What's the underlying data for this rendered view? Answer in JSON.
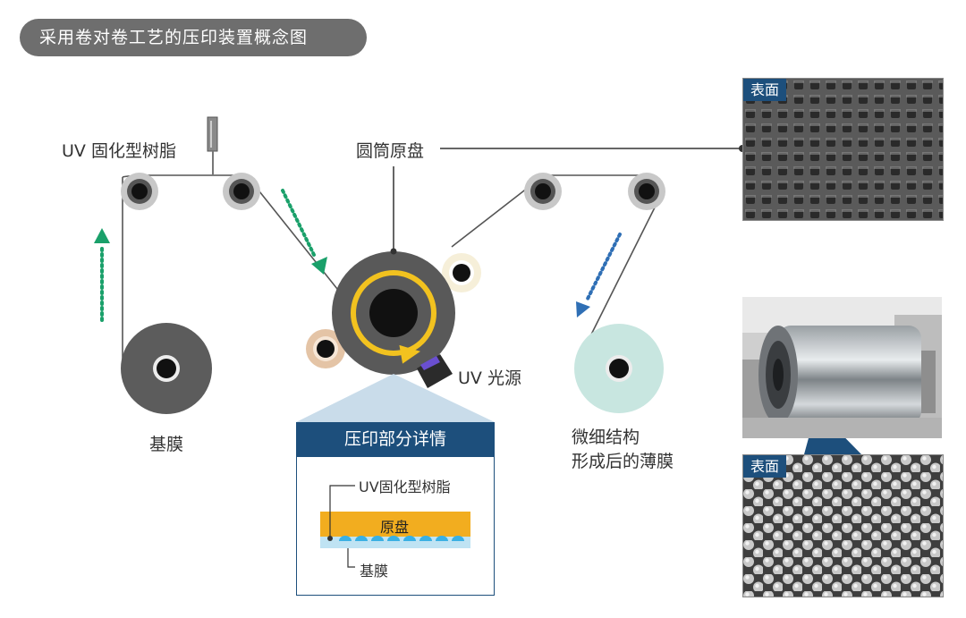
{
  "title": "采用卷对卷工艺的压印装置概念图",
  "labels": {
    "resin": "UV 固化型树脂",
    "master": "圆筒原盘",
    "uv_source": "UV 光源",
    "base_film": "基膜",
    "result_line1": "微细结构",
    "result_line2": "形成后的薄膜"
  },
  "detail": {
    "heading": "压印部分详情",
    "resin_label": "UV固化型树脂",
    "master_label": "原盘",
    "film_label": "基膜"
  },
  "photos": {
    "surface_top_tag": "表面",
    "surface_bottom_tag": "表面"
  },
  "colors": {
    "arrow_green": "#1aa06a",
    "arrow_blue": "#2f6fb5",
    "brand_blue": "#1d4f7c",
    "master_gold": "#f2ad1f",
    "dome_blue": "#3ab0e3"
  }
}
